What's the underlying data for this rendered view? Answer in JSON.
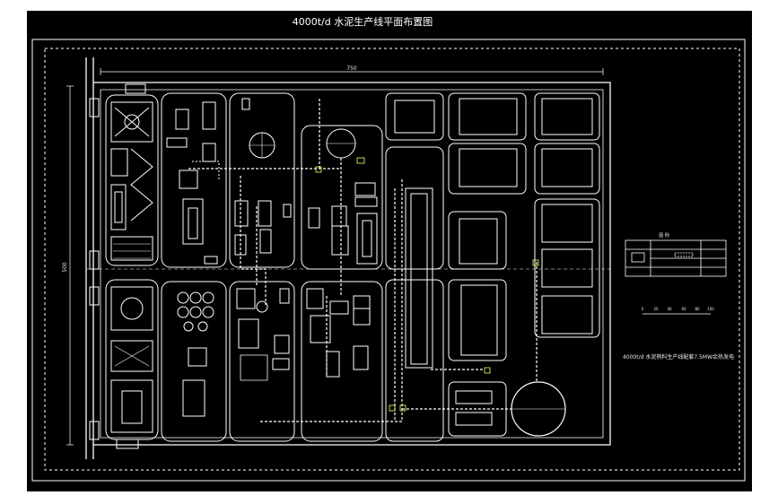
{
  "drawing": {
    "title": "4000t/d 水泥生产线平面布置图",
    "dimension_top": "750",
    "dimension_left": "500",
    "caption": "4000t/d 水泥熟料生产线配套7.5MW余热发电",
    "scale_ticks": [
      "0",
      "20",
      "40",
      "60",
      "80",
      "100"
    ],
    "legend_label": "图 例",
    "colors": {
      "background": "#000000",
      "canvas": "#ffffff",
      "lines": "#ffffff",
      "accent": "#ffff66"
    }
  }
}
